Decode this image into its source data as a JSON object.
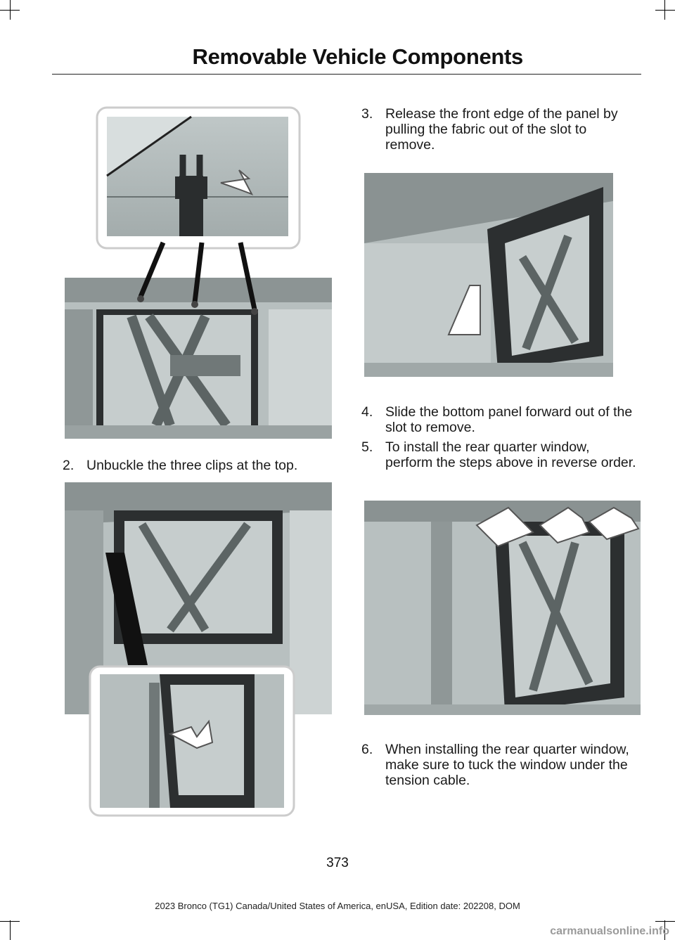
{
  "header": {
    "title": "Removable Vehicle Components"
  },
  "steps": [
    {
      "number": "2.",
      "text": "Unbuckle the three clips at the top."
    },
    {
      "number": "3.",
      "text": "Release the front edge of the panel by pulling the fabric out of the slot to remove."
    },
    {
      "number": "4.",
      "text": "Slide the bottom panel forward out of the slot to remove."
    },
    {
      "number": "5.",
      "text": "To install the rear quarter window, perform the steps above in reverse order."
    },
    {
      "number": "6.",
      "text": "When installing the rear quarter window, make sure to tuck the window under the tension cable."
    }
  ],
  "footer": {
    "page_number": "373",
    "edition_note": "2023 Bronco (TG1) Canada/United States of America, enUSA, Edition date: 202208, DOM",
    "watermark": "carmanualsonline.info"
  }
}
